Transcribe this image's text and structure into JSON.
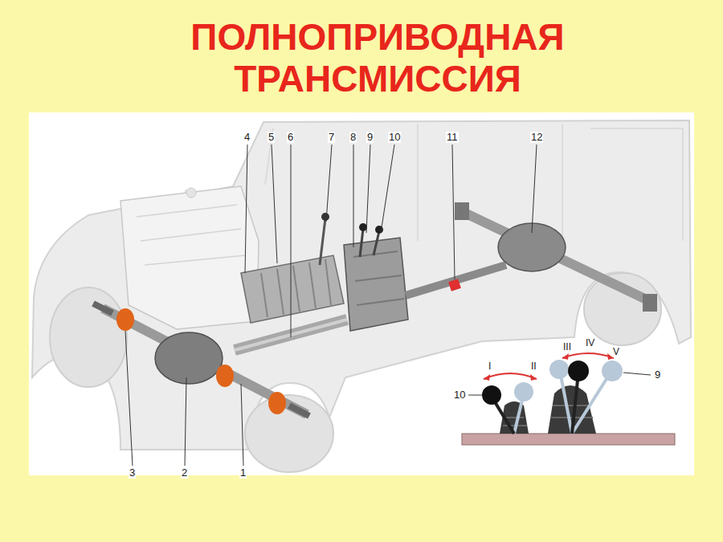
{
  "diagram": {
    "title": "ПОЛНОПРИВОДНАЯ ТРАНСМИССИЯ",
    "labels": [
      "4",
      "5",
      "6",
      "7",
      "8",
      "9",
      "10",
      "11",
      "12",
      "3",
      "2",
      "1",
      "I",
      "II",
      "III",
      "IV",
      "V",
      "10",
      "9"
    ]
  }
}
